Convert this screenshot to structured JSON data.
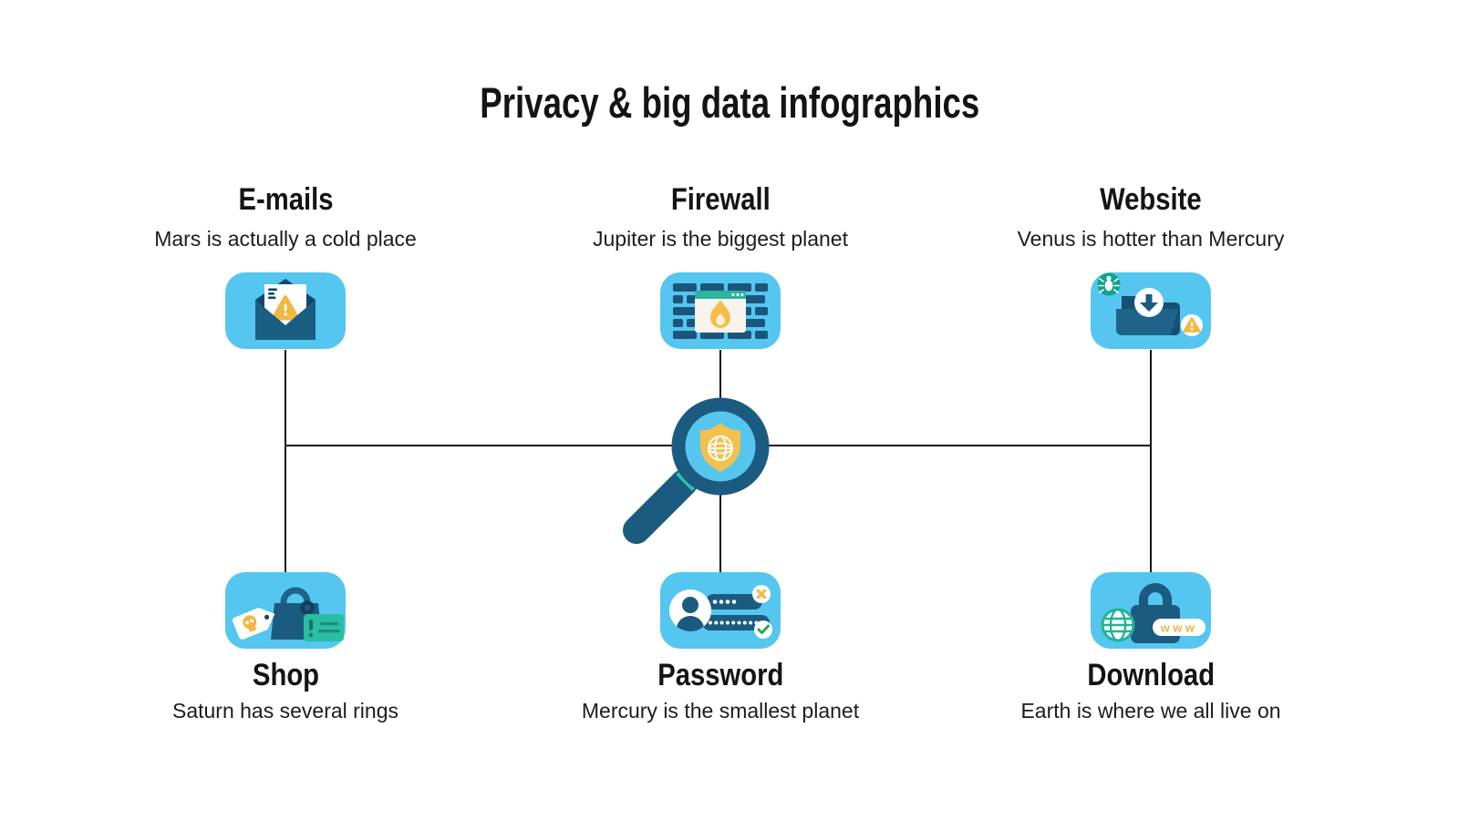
{
  "title": "Privacy & big data infographics",
  "center": {
    "icon": "magnifier-shield-icon"
  },
  "nodes": [
    {
      "id": "emails",
      "position": "top-left",
      "label": "E-mails",
      "description": "Mars is actually a cold place",
      "icon": "email-warning-icon"
    },
    {
      "id": "firewall",
      "position": "top-center",
      "label": "Firewall",
      "description": "Jupiter is the biggest planet",
      "icon": "firewall-icon"
    },
    {
      "id": "website",
      "position": "top-right",
      "label": "Website",
      "description": "Venus is hotter than Mercury",
      "icon": "folder-download-icon"
    },
    {
      "id": "shop",
      "position": "bottom-left",
      "label": "Shop",
      "description": "Saturn has several rings",
      "icon": "shopping-bag-icon"
    },
    {
      "id": "password",
      "position": "bottom-center",
      "label": "Password",
      "description": "Mercury is the smallest planet",
      "icon": "password-icon"
    },
    {
      "id": "download",
      "position": "bottom-right",
      "label": "Download",
      "description": "Earth is where we all live on",
      "icon": "lock-www-icon",
      "icon_text": "www"
    }
  ],
  "colors": {
    "background": "#FFFFFF",
    "tile_blue": "#55C6EF",
    "dark_blue": "#1B5B80",
    "navy": "#10486B",
    "teal": "#2BBDA4",
    "yellow": "#F2C14E",
    "warning_yellow": "#F2B843",
    "check_green": "#2BA84A",
    "connector_line": "#161616",
    "text": "#141414"
  }
}
